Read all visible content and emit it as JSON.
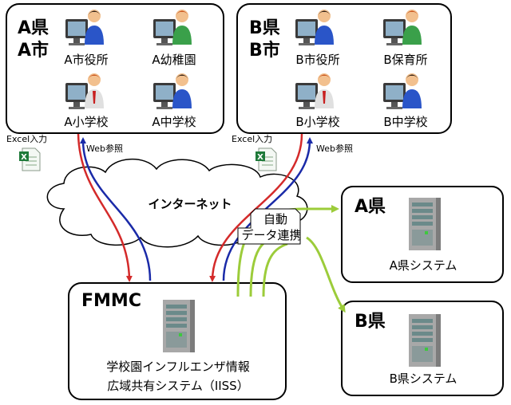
{
  "regions": {
    "a": {
      "pref": "A県",
      "city": "A市"
    },
    "b": {
      "pref": "B県",
      "city": "B市"
    }
  },
  "facilities": {
    "a_city_office": "A市役所",
    "a_kindergarten": "A幼稚園",
    "a_elementary": "A小学校",
    "a_junior_high": "A中学校",
    "b_city_office": "B市役所",
    "b_nursery": "B保育所",
    "b_elementary": "B小学校",
    "b_junior_high": "B中学校"
  },
  "links": {
    "excel_input": "Excel入力",
    "web_reference": "Web参照",
    "internet": "インターネット",
    "auto_line1": "自動",
    "auto_line2": "データ連携"
  },
  "fmmc": {
    "title": "FMMC",
    "system_line1": "学校園インフルエンザ情報",
    "system_line2": "広域共有システム（IISS）"
  },
  "pref_systems": {
    "a_title": "A県",
    "a_system": "A県システム",
    "b_title": "B県",
    "b_system": "B県システム"
  },
  "colors": {
    "excel_arrow": "#d42a2a",
    "web_arrow": "#1a2aa8",
    "auto_arrow": "#9ccc3a"
  }
}
